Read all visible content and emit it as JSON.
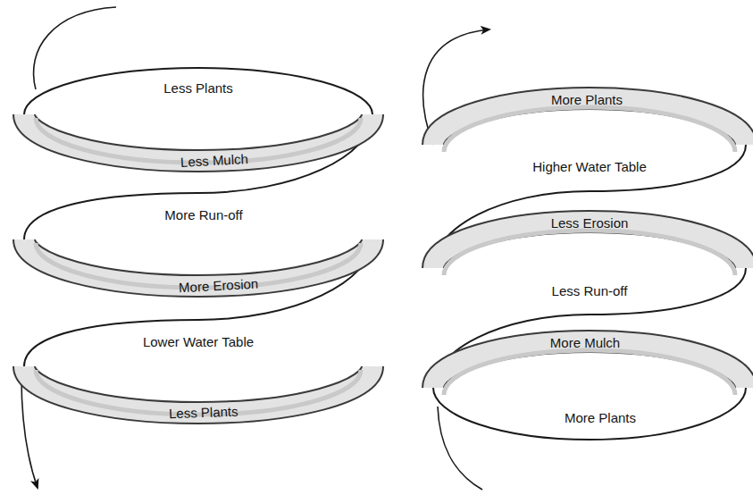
{
  "diagram": {
    "labels": [
      "Less Plants",
      "Less Mulch",
      "More Run-off",
      "More Erosion",
      "Lower Water Table",
      "Less Plants",
      "More Plants",
      "Higher Water Table",
      "Less Erosion",
      "Less Run-off",
      "More Mulch",
      "More Plants"
    ]
  }
}
